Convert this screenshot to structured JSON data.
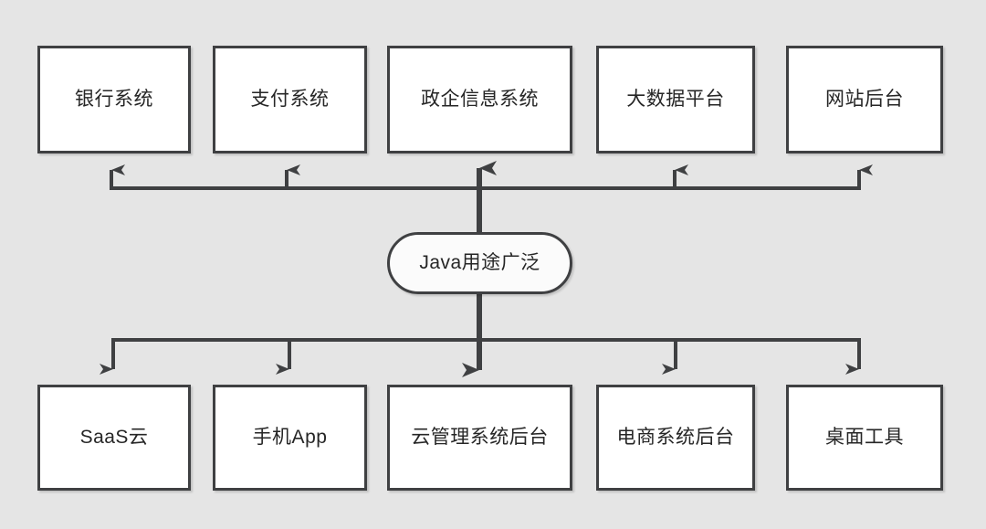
{
  "diagram": {
    "title": "Java用途广泛",
    "background_color": "#e5e5e5",
    "node_fill": "#ffffff",
    "node_stroke": "#3f4042",
    "line_color": "#3f4042",
    "hub": {
      "label": "Java用途广泛",
      "shape": "rounded-rectangle"
    },
    "top_row": {
      "direction": "hub-to-node-upward",
      "nodes": [
        {
          "label": "银行系统"
        },
        {
          "label": "支付系统"
        },
        {
          "label": "政企信息系统"
        },
        {
          "label": "大数据平台"
        },
        {
          "label": "网站后台"
        }
      ]
    },
    "bottom_row": {
      "direction": "hub-to-node-downward",
      "nodes": [
        {
          "label": "SaaS云"
        },
        {
          "label": "手机App"
        },
        {
          "label": "云管理系统后台"
        },
        {
          "label": "电商系统后台"
        },
        {
          "label": "桌面工具"
        }
      ]
    }
  }
}
